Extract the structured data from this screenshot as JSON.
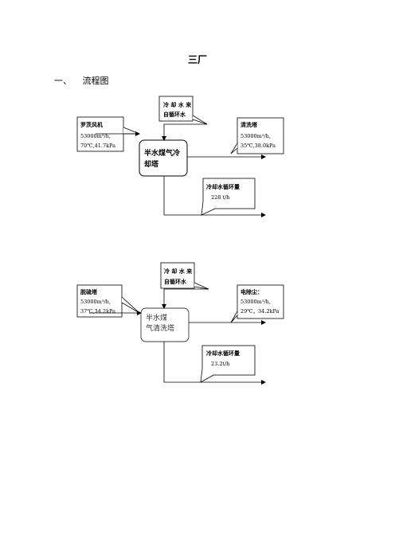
{
  "page": {
    "title": "三厂",
    "section_number": "一、",
    "section_title": "流程图"
  },
  "diagram1": {
    "cooling_source": {
      "line1": "冷 却 水 来",
      "line2": "自循环水"
    },
    "inlet": {
      "name": "罗茨风机",
      "flow": "53000m³/h,",
      "cond": "70℃,41.7kPa"
    },
    "tower": {
      "line1": "半水煤气冷",
      "line2": "却塔"
    },
    "outlet": {
      "name": "清洗塔",
      "flow": "53000m³/h,",
      "cond": "35℃,38.0kPa"
    },
    "cooling_return": {
      "name": "冷却水循环量",
      "value": "228 t/h"
    }
  },
  "diagram2": {
    "cooling_source": {
      "line1": "冷 却 水 来",
      "line2": "自循环水"
    },
    "inlet": {
      "name": "脱硫塔",
      "flow": "53000m³/h,",
      "cond": "37℃,34.2kPa"
    },
    "tower": {
      "line1": "半水煤",
      "line2": "气清洗塔"
    },
    "outlet": {
      "name": "电除尘：",
      "flow": "53000m³/h,",
      "cond": "29℃，34.2kPa"
    },
    "cooling_return": {
      "name": "冷却水循环量",
      "value": "23.2t/h"
    }
  }
}
